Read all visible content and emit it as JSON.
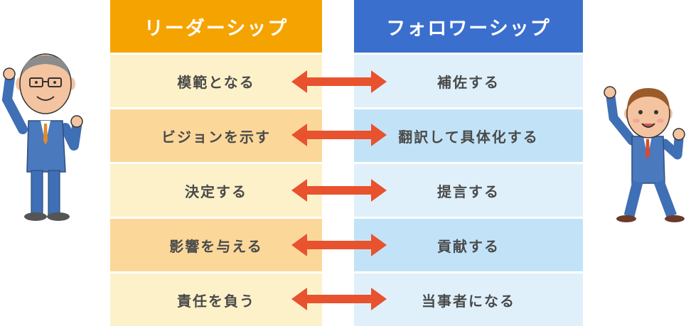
{
  "leadership": {
    "title": "リーダーシップ",
    "items": [
      "模範となる",
      "ビジョンを示す",
      "決定する",
      "影響を与える",
      "責任を負う"
    ]
  },
  "followership": {
    "title": "フォロワーシップ",
    "items": [
      "補佐する",
      "翻訳して具体化する",
      "提言する",
      "貢献する",
      "当事者になる"
    ]
  },
  "colors": {
    "leader_header": "#f5a300",
    "leader_light": "#fdf1c9",
    "leader_dark": "#fbd89a",
    "follower_header": "#3b6fce",
    "follower_light": "#dff0fa",
    "follower_dark": "#c2e3f7",
    "arrow": "#e8522e"
  },
  "icons": [
    "double-arrow-icon",
    "manager-character",
    "employee-character"
  ]
}
